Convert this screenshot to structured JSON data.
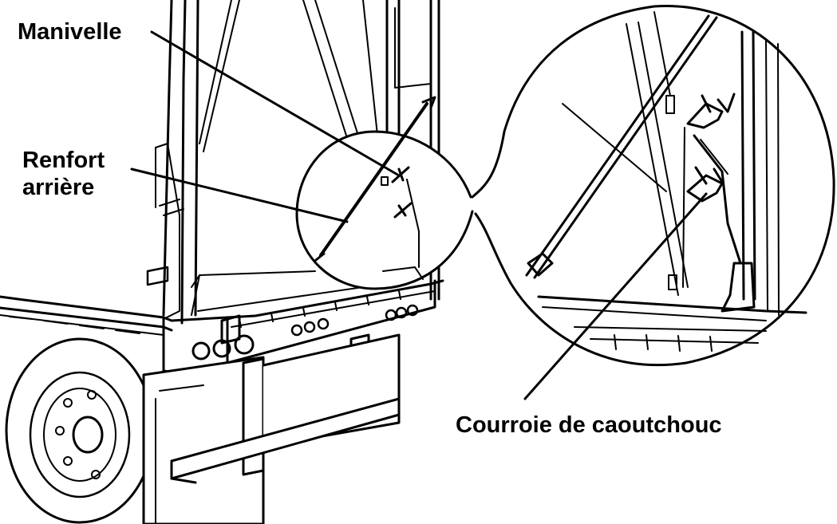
{
  "labels": {
    "crank": "Manivelle",
    "rear_brace_line1": "Renfort",
    "rear_brace_line2": "arrière",
    "rubber_strap": "Courroie de caoutchouc"
  },
  "colors": {
    "ink": "#000000",
    "background": "#ffffff"
  }
}
